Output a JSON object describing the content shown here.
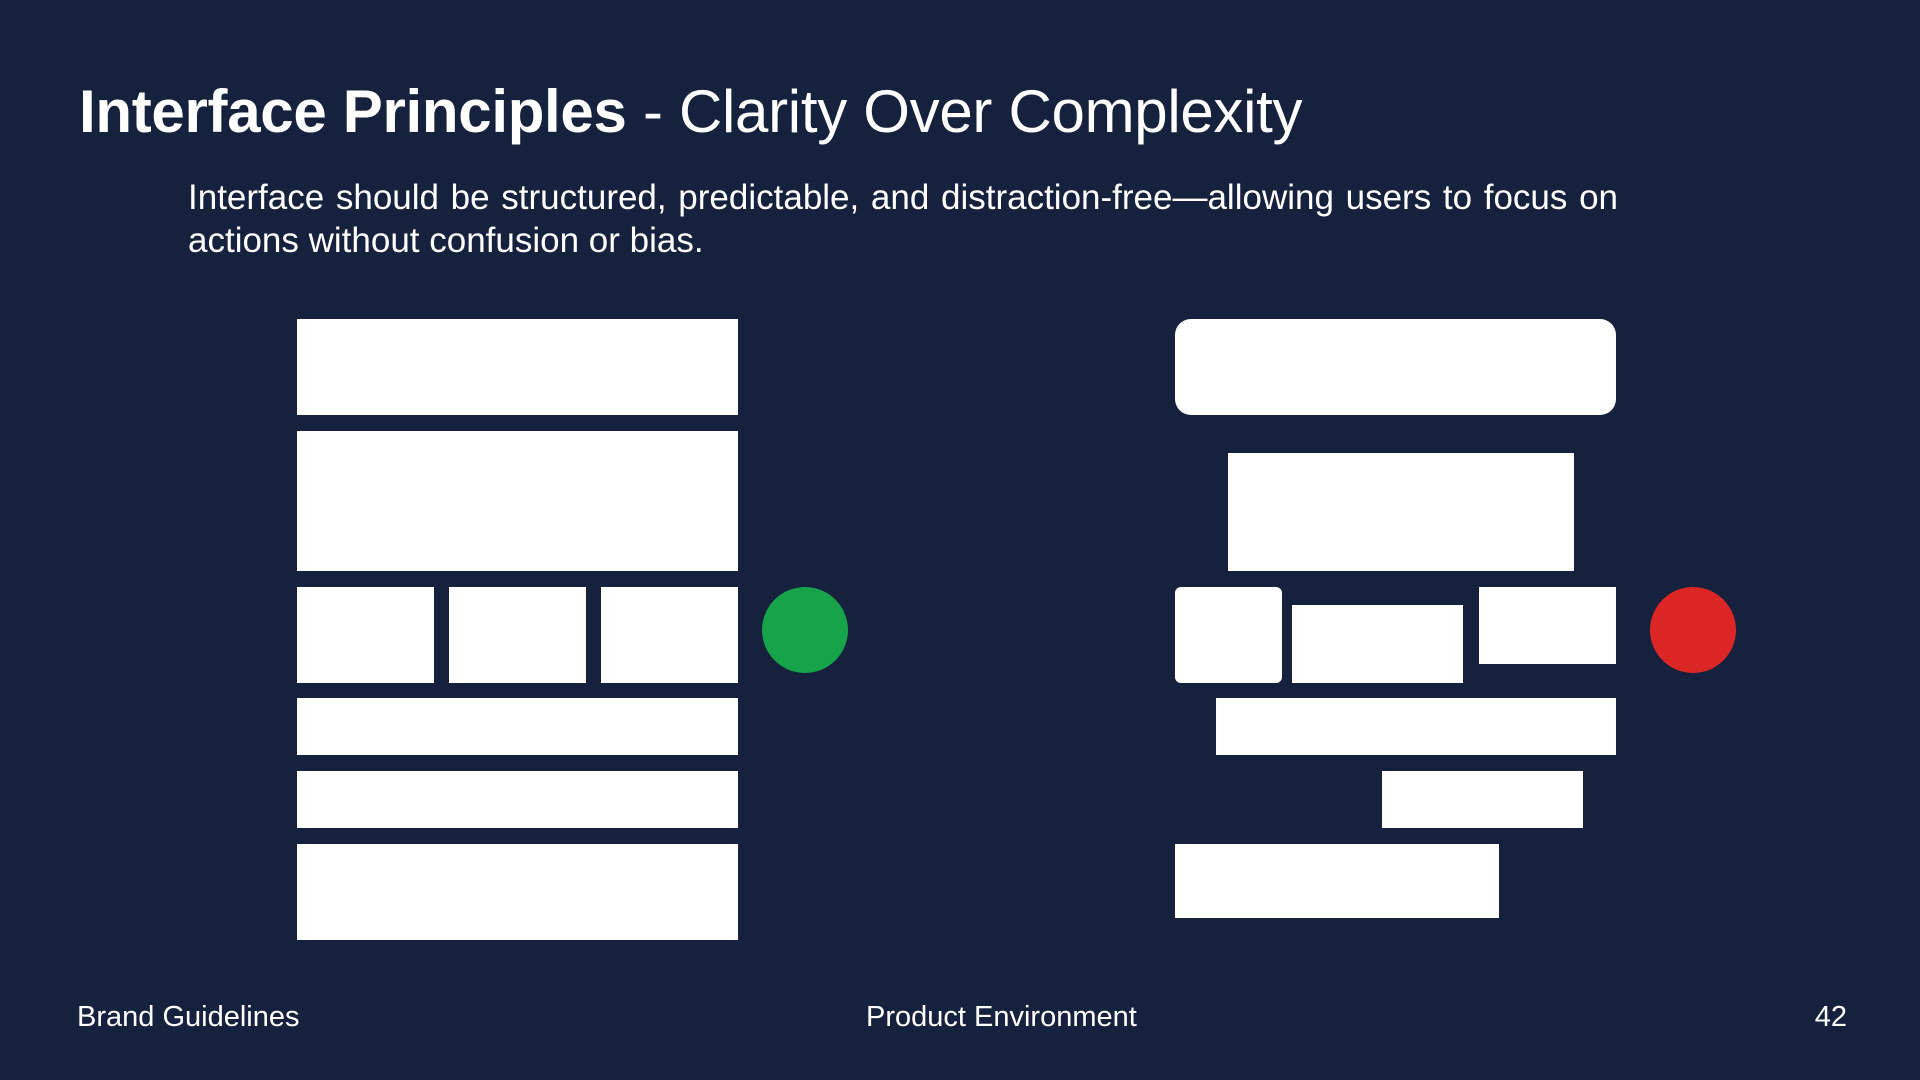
{
  "title": {
    "bold": "Interface Principles",
    "separator": " - ",
    "regular": "Clarity Over Complexity"
  },
  "subtitle": "Interface should be structured, predictable, and distraction-free—allowing users to focus on actions without confusion or bias.",
  "colors": {
    "background": "#15213d",
    "block": "#ffffff",
    "good_indicator": "#16a34a",
    "bad_indicator": "#dc2626"
  },
  "examples": {
    "good": {
      "indicator_color": "green"
    },
    "bad": {
      "indicator_color": "red"
    }
  },
  "footer": {
    "left": "Brand Guidelines",
    "center": "Product Environment",
    "page_number": "42"
  }
}
